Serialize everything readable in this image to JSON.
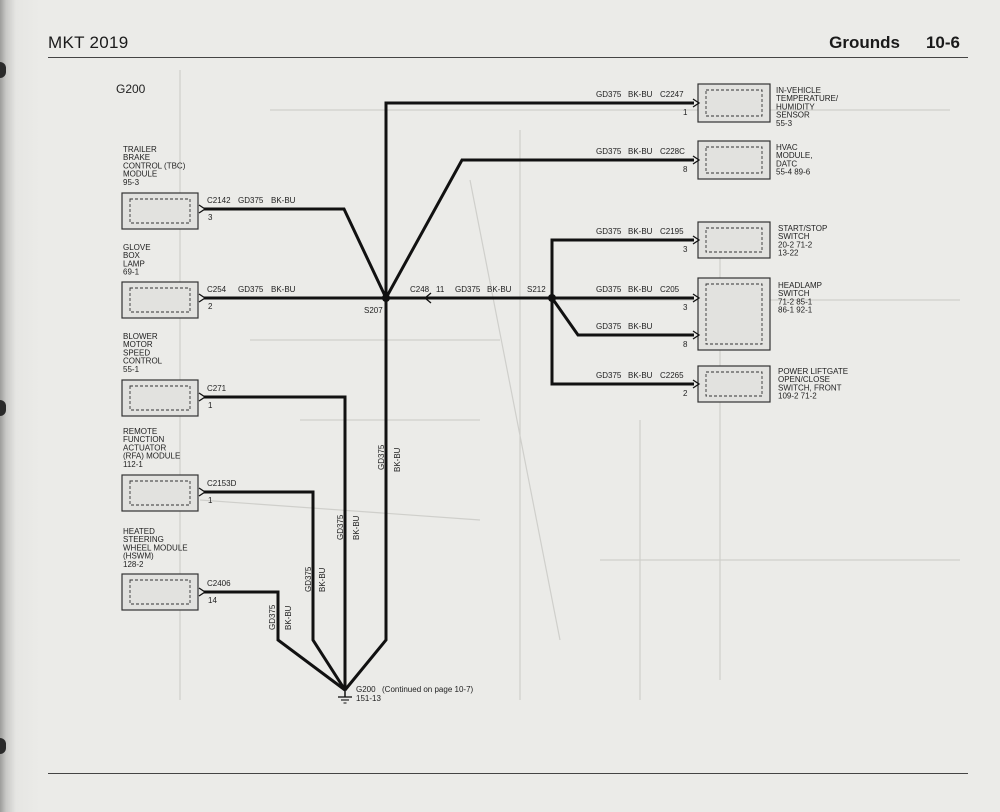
{
  "header": {
    "vehicle": "MKT 2019",
    "section": "Grounds",
    "page": "10-6"
  },
  "diagram": {
    "title": "G200",
    "left_components": [
      {
        "lines": [
          "TRAILER",
          "BRAKE",
          "CONTROL (TBC)",
          "MODULE",
          "95-3"
        ],
        "connector": "C2142",
        "pin": "3",
        "circuit": "GD375",
        "color": "BK-BU"
      },
      {
        "lines": [
          "GLOVE",
          "BOX",
          "LAMP",
          "69-1"
        ],
        "connector": "C254",
        "pin": "2",
        "circuit": "GD375",
        "color": "BK-BU"
      },
      {
        "lines": [
          "BLOWER",
          "MOTOR",
          "SPEED",
          "CONTROL",
          "55-1"
        ],
        "connector": "C271",
        "pin": "1",
        "circuit": "GD375",
        "color": "BK-BU"
      },
      {
        "lines": [
          "REMOTE",
          "FUNCTION",
          "ACTUATOR",
          "(RFA) MODULE",
          "112-1"
        ],
        "connector": "C2153D",
        "pin": "1",
        "circuit": "GD375",
        "color": "BK-BU"
      },
      {
        "lines": [
          "HEATED",
          "STEERING",
          "WHEEL MODULE",
          "(HSWM)",
          "128-2"
        ],
        "connector": "C2406",
        "pin": "14",
        "circuit": "GD375",
        "color": "BK-BU"
      }
    ],
    "right_components": [
      {
        "lines": [
          "IN-VEHICLE",
          "TEMPERATURE/",
          "HUMIDITY",
          "SENSOR",
          "55-3"
        ],
        "connector": "C2247",
        "pin": "1",
        "circuit": "GD375",
        "color": "BK-BU"
      },
      {
        "lines": [
          "HVAC",
          "MODULE,",
          "DATC",
          "55-4      89-6"
        ],
        "connector": "C228C",
        "pin": "8",
        "circuit": "GD375",
        "color": "BK-BU"
      },
      {
        "lines": [
          "START/STOP",
          "SWITCH",
          "20-2     71-2",
          "13-22"
        ],
        "connector": "C2195",
        "pin": "3",
        "circuit": "GD375",
        "color": "BK-BU"
      },
      {
        "lines": [
          "HEADLAMP",
          "SWITCH",
          "71-2     85-1",
          "86-1     92-1"
        ],
        "connector": "C205",
        "pins": [
          "3",
          "8"
        ],
        "circuit": "GD375",
        "color": "BK-BU"
      },
      {
        "lines": [
          "POWER LIFTGATE",
          "OPEN/CLOSE",
          "SWITCH, FRONT",
          "109-2    71-2"
        ],
        "connector": "C2265",
        "pin": "2",
        "circuit": "GD375",
        "color": "BK-BU"
      }
    ],
    "splices": {
      "s207": "S207",
      "s212": "S212"
    },
    "inline_connector": {
      "name": "C248",
      "pin": "11"
    },
    "trunk_circuit": "GD375",
    "trunk_color": "BK-BU",
    "ground": {
      "name": "G200",
      "note": "(Continued on page 10-7)",
      "ref": "151-13"
    }
  }
}
